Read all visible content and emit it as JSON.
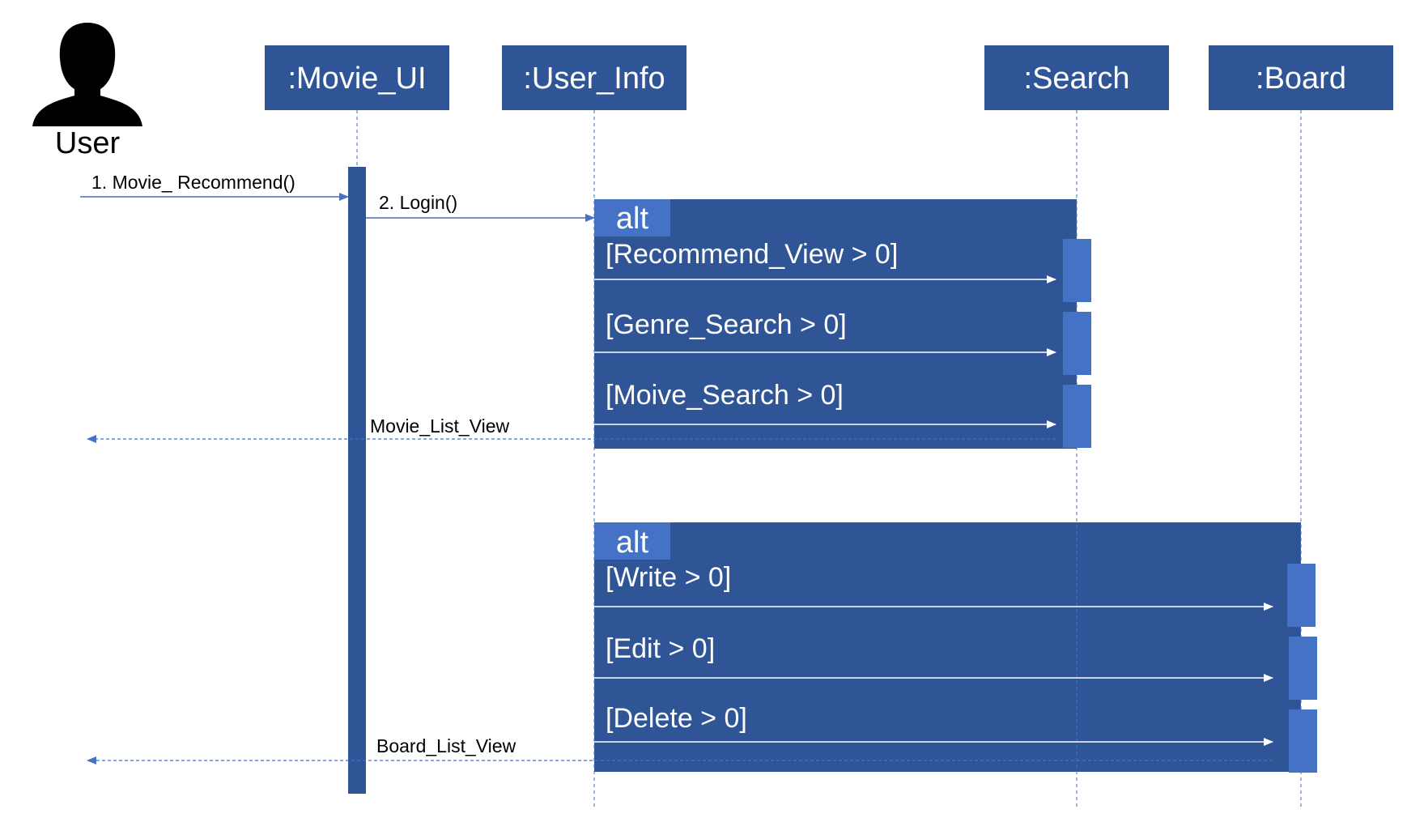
{
  "actor": {
    "label": "User",
    "icon": "person-silhouette-icon"
  },
  "lifelines": [
    {
      "id": "movie_ui",
      "label": ":Movie_UI"
    },
    {
      "id": "user_info",
      "label": ":User_Info"
    },
    {
      "id": "search",
      "label": ":Search"
    },
    {
      "id": "board",
      "label": ":Board"
    }
  ],
  "messages": {
    "recommend": "1. Movie_ Recommend()",
    "login": "2. Login()",
    "movie_list_view": "Movie_List_View",
    "board_list_view": "Board_List_View"
  },
  "fragments": [
    {
      "operator": "alt",
      "guards": [
        "[Recommend_View > 0]",
        "[Genre_Search > 0]",
        "[Moive_Search > 0]"
      ]
    },
    {
      "operator": "alt",
      "guards": [
        "[Write > 0]",
        "[Edit > 0]",
        "[Delete > 0]"
      ]
    }
  ],
  "colors": {
    "lifeline_box": "#2f5597",
    "fragment_bg": "#2f5597",
    "operator_tab": "#4472c4",
    "activation_dark": "#2f5597",
    "activation_light": "#4472c4",
    "arrow": "#4472c4",
    "white": "#ffffff"
  }
}
